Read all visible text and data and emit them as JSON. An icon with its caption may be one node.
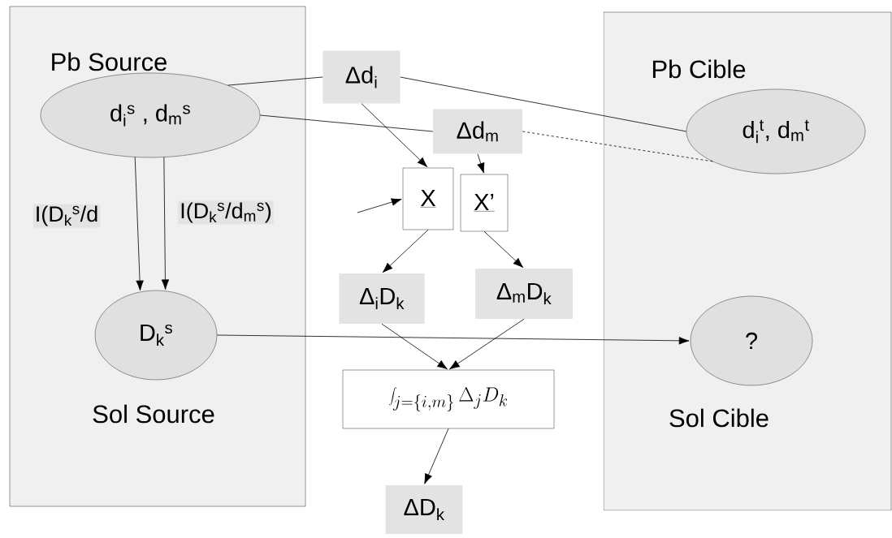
{
  "diagram": {
    "nodes": [
      {
        "text": [
          "Pb Source",
          "Sol Source"
        ]
      },
      {
        "text": [
          "d$_{i}$$^{s}$ , d$_{m}$$^{s}$"
        ],
        "in": 0
      },
      {
        "text": [
          "Δd$_{i}$"
        ]
      },
      {
        "text": [
          "Δd$_{m}$"
        ]
      },
      {
        "text": [
          "Pb Cible",
          "Sol Cible"
        ]
      },
      {
        "text": [
          "d$_{i}$$^{t}$, d$_{m}$$^{t}$"
        ],
        "in": 4
      },
      {
        "text": [
          "X"
        ]
      },
      {
        "text": [
          "X’"
        ]
      },
      {
        "text": [
          "D$_{k}$$^{s}$"
        ],
        "in": 0
      },
      {
        "text": [
          "Δ$_{i}$D$_{k}$"
        ]
      },
      {
        "text": [
          "Δ$_{m}$D$_{k}$"
        ]
      },
      {
        "text": [
          "?"
        ],
        "in": 4
      },
      {
        "text": [
          "\\int_{j=\\{i,m\\}} \\Delta_{j} D_{k}"
        ]
      },
      {
        "text": [
          "ΔD$_{k}$"
        ]
      }
    ],
    "edges": [
      {
        "from": 1,
        "to": 2,
        "arrow": "none"
      },
      {
        "from": 2,
        "to": 5,
        "arrow": "none"
      },
      {
        "from": 1,
        "to": 3,
        "arrow": "none"
      },
      {
        "from": 3,
        "to": 5,
        "arrow": "none",
        "style": "dashed"
      },
      {
        "from": 2,
        "to": 6,
        "arrow": "to"
      },
      {
        "from": 3,
        "to": 7,
        "arrow": "to"
      },
      {
        "from": null,
        "to": 6,
        "arrow": "to"
      },
      {
        "from": 1,
        "to": 8,
        "arrow": "to",
        "label": "I(D$_{k}$$^{s}$/d"
      },
      {
        "from": 1,
        "to": 8,
        "arrow": "to",
        "label": "I(D$_{k}$$^{s}$/d$_{m}$$^{s}$)"
      },
      {
        "from": 6,
        "to": 9,
        "arrow": "to"
      },
      {
        "from": 7,
        "to": 10,
        "arrow": "to"
      },
      {
        "from": 9,
        "to": 12,
        "arrow": "to"
      },
      {
        "from": 10,
        "to": 12,
        "arrow": "to"
      },
      {
        "from": 8,
        "to": 11,
        "arrow": "to"
      },
      {
        "from": 12,
        "to": 13,
        "arrow": "to"
      }
    ]
  }
}
